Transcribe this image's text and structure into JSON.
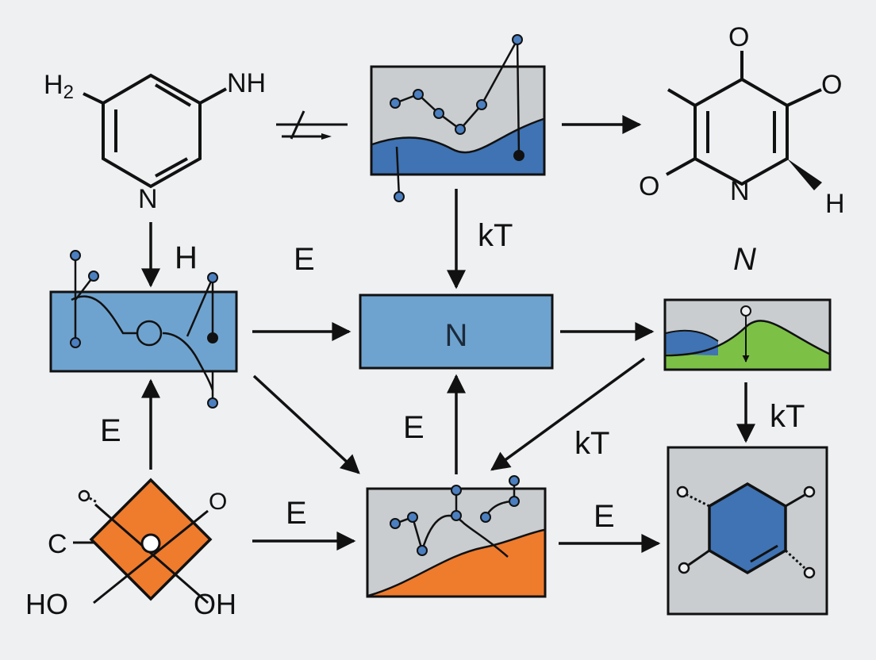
{
  "colors": {
    "background": "#eef0f2",
    "ink": "#111111",
    "panel_gray": "#c9cdd0",
    "blue_fill": "#6fa3cf",
    "deep_blue": "#3f73b3",
    "node_blue": "#4b7fc0",
    "orange": "#ef7b2d",
    "green": "#7cc146"
  },
  "icons": [
    "arrow-icon",
    "equilibrium-arrow-icon",
    "wedge-bond-icon"
  ],
  "molecules": {
    "aminopyridine": {
      "h2": "H",
      "sub": "2",
      "nh": "NH",
      "n": "N"
    },
    "pyridinone": {
      "o_top": "O",
      "o_right": "O",
      "o_left": "O",
      "n": "N",
      "h": "H"
    },
    "diamond": {
      "c": "C",
      "o": "O",
      "ho": "HO",
      "oh": "OH"
    }
  },
  "boxes": {
    "center": "N"
  },
  "labels": {
    "h_arrow": "H",
    "e_free": "E",
    "kt_top": "kT",
    "n_italic": "N",
    "e_left_vertical": "E",
    "e_center_vertical": "E",
    "kt_diagonal": "kT",
    "kt_right": "kT",
    "e_bottom_mid": "E",
    "e_bottom_right": "E"
  }
}
